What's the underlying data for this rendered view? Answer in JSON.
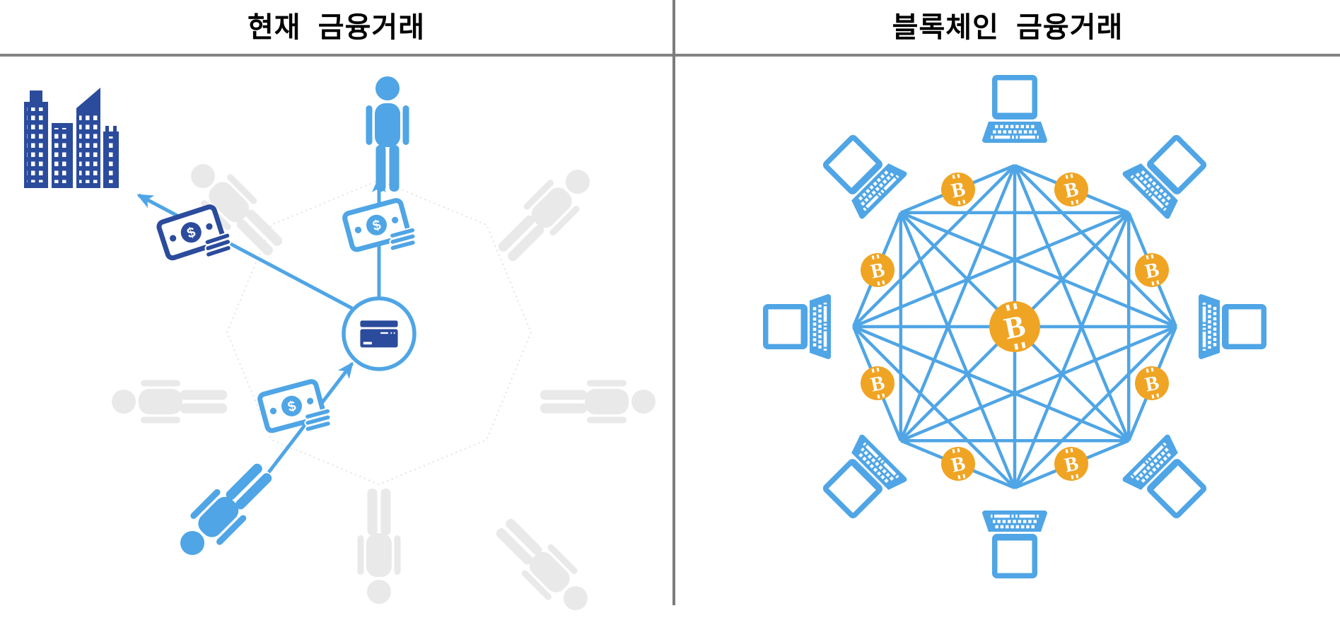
{
  "titles": {
    "left": "현재  금융거래",
    "right": "블록체인  금융거래"
  },
  "colors": {
    "blue": "#4FA5E5",
    "navy": "#2B4B9C",
    "faded": "#E9E9E9",
    "orange": "#F0A423",
    "rule_gray": "#828282",
    "dotted_gray": "#E3E3E3"
  },
  "left_panel": {
    "title": "현재  금융거래",
    "center_node": {
      "icon": "credit-card",
      "meaning": "intermediary"
    },
    "bank": {
      "icon": "city-buildings"
    },
    "bill_symbol": "$",
    "participants": [
      {
        "position": "top",
        "state": "active"
      },
      {
        "position": "top-right",
        "state": "faded"
      },
      {
        "position": "right",
        "state": "faded"
      },
      {
        "position": "bottom-right",
        "state": "faded"
      },
      {
        "position": "bottom",
        "state": "faded"
      },
      {
        "position": "bottom-left",
        "state": "active"
      },
      {
        "position": "left",
        "state": "faded"
      },
      {
        "position": "top-left",
        "state": "faded"
      }
    ],
    "flows": [
      {
        "from": "bottom-left-person",
        "to": "center-hub",
        "token": "money-bill",
        "token_color": "blue"
      },
      {
        "from": "center-hub",
        "to": "top-person",
        "token": "money-bill",
        "token_color": "blue"
      },
      {
        "from": "center-hub",
        "to": "bank",
        "token": "money-bill",
        "token_color": "navy"
      }
    ]
  },
  "right_panel": {
    "title": "블록체인  금융거래",
    "topology": "full-mesh",
    "laptop_count": 8,
    "ring_coin_count": 8,
    "coin_symbol": "B",
    "center_coin_symbol": "B"
  }
}
